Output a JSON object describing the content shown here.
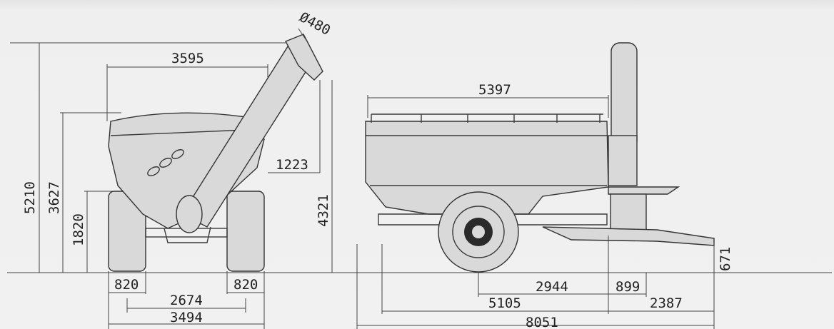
{
  "drawing": {
    "front_view": {
      "overall_height": "5210",
      "hopper_height": "3627",
      "axle_height": "1820",
      "hopper_width": "3595",
      "auger_diameter": "Ø480",
      "auger_reach": "1223",
      "tire_width_left": "820",
      "tire_width_right": "820",
      "track_inner": "2674",
      "overall_width": "3494"
    },
    "side_view": {
      "body_length": "5397",
      "discharge_height": "4321",
      "hitch_height": "671",
      "axle_to_auger": "2944",
      "auger_offset": "899",
      "body_to_axle": "5105",
      "hitch_length": "2387",
      "overall_length": "8051"
    }
  }
}
